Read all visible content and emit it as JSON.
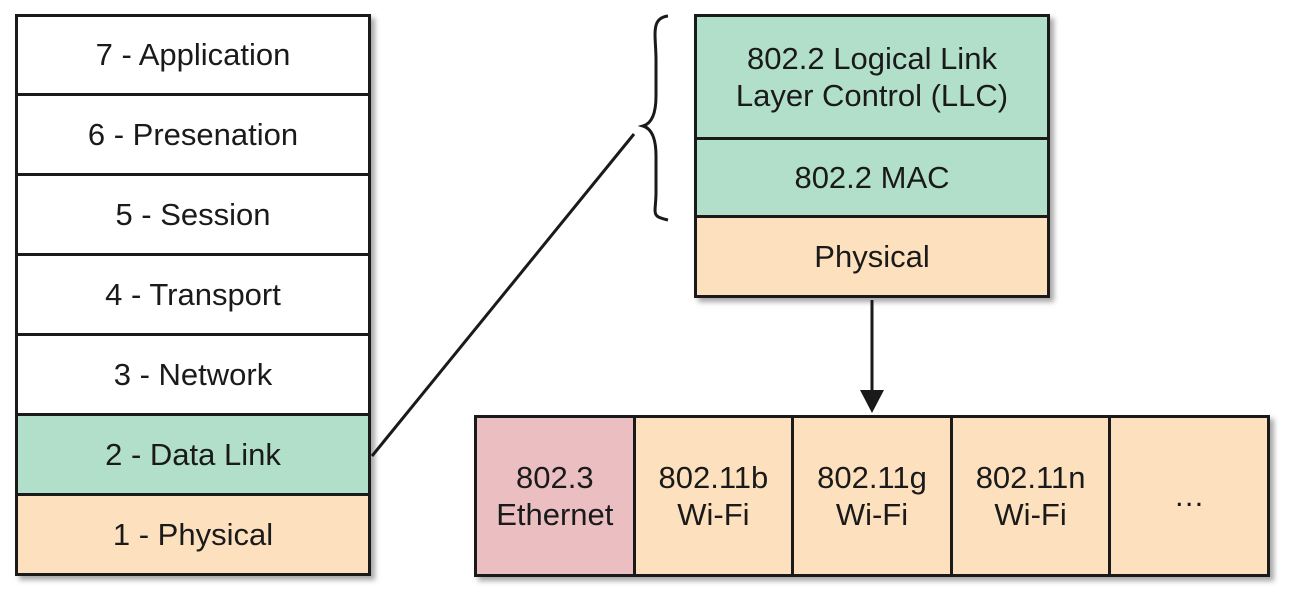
{
  "osi_layers": [
    {
      "label": "7 - Application"
    },
    {
      "label": "6 - Presenation"
    },
    {
      "label": "5 - Session"
    },
    {
      "label": "4 - Transport"
    },
    {
      "label": "3 - Network"
    },
    {
      "label": "2 - Data Link"
    },
    {
      "label": "1 - Physical"
    }
  ],
  "data_link_detail": {
    "llc_label": "802.2 Logical Link Layer Control (LLC)",
    "mac_label": "802.2 MAC",
    "physical_label": "Physical"
  },
  "physical_standards": [
    {
      "line1": "802.3",
      "line2": "Ethernet"
    },
    {
      "line1": "802.11b",
      "line2": "Wi-Fi"
    },
    {
      "line1": "802.11g",
      "line2": "Wi-Fi"
    },
    {
      "line1": "802.11n",
      "line2": "Wi-Fi"
    },
    {
      "line1": "…",
      "line2": ""
    }
  ],
  "colors": {
    "green": "#b2dfca",
    "peach": "#fde0bd",
    "pink": "#ebbfc2",
    "outline": "#1a1a1a"
  }
}
